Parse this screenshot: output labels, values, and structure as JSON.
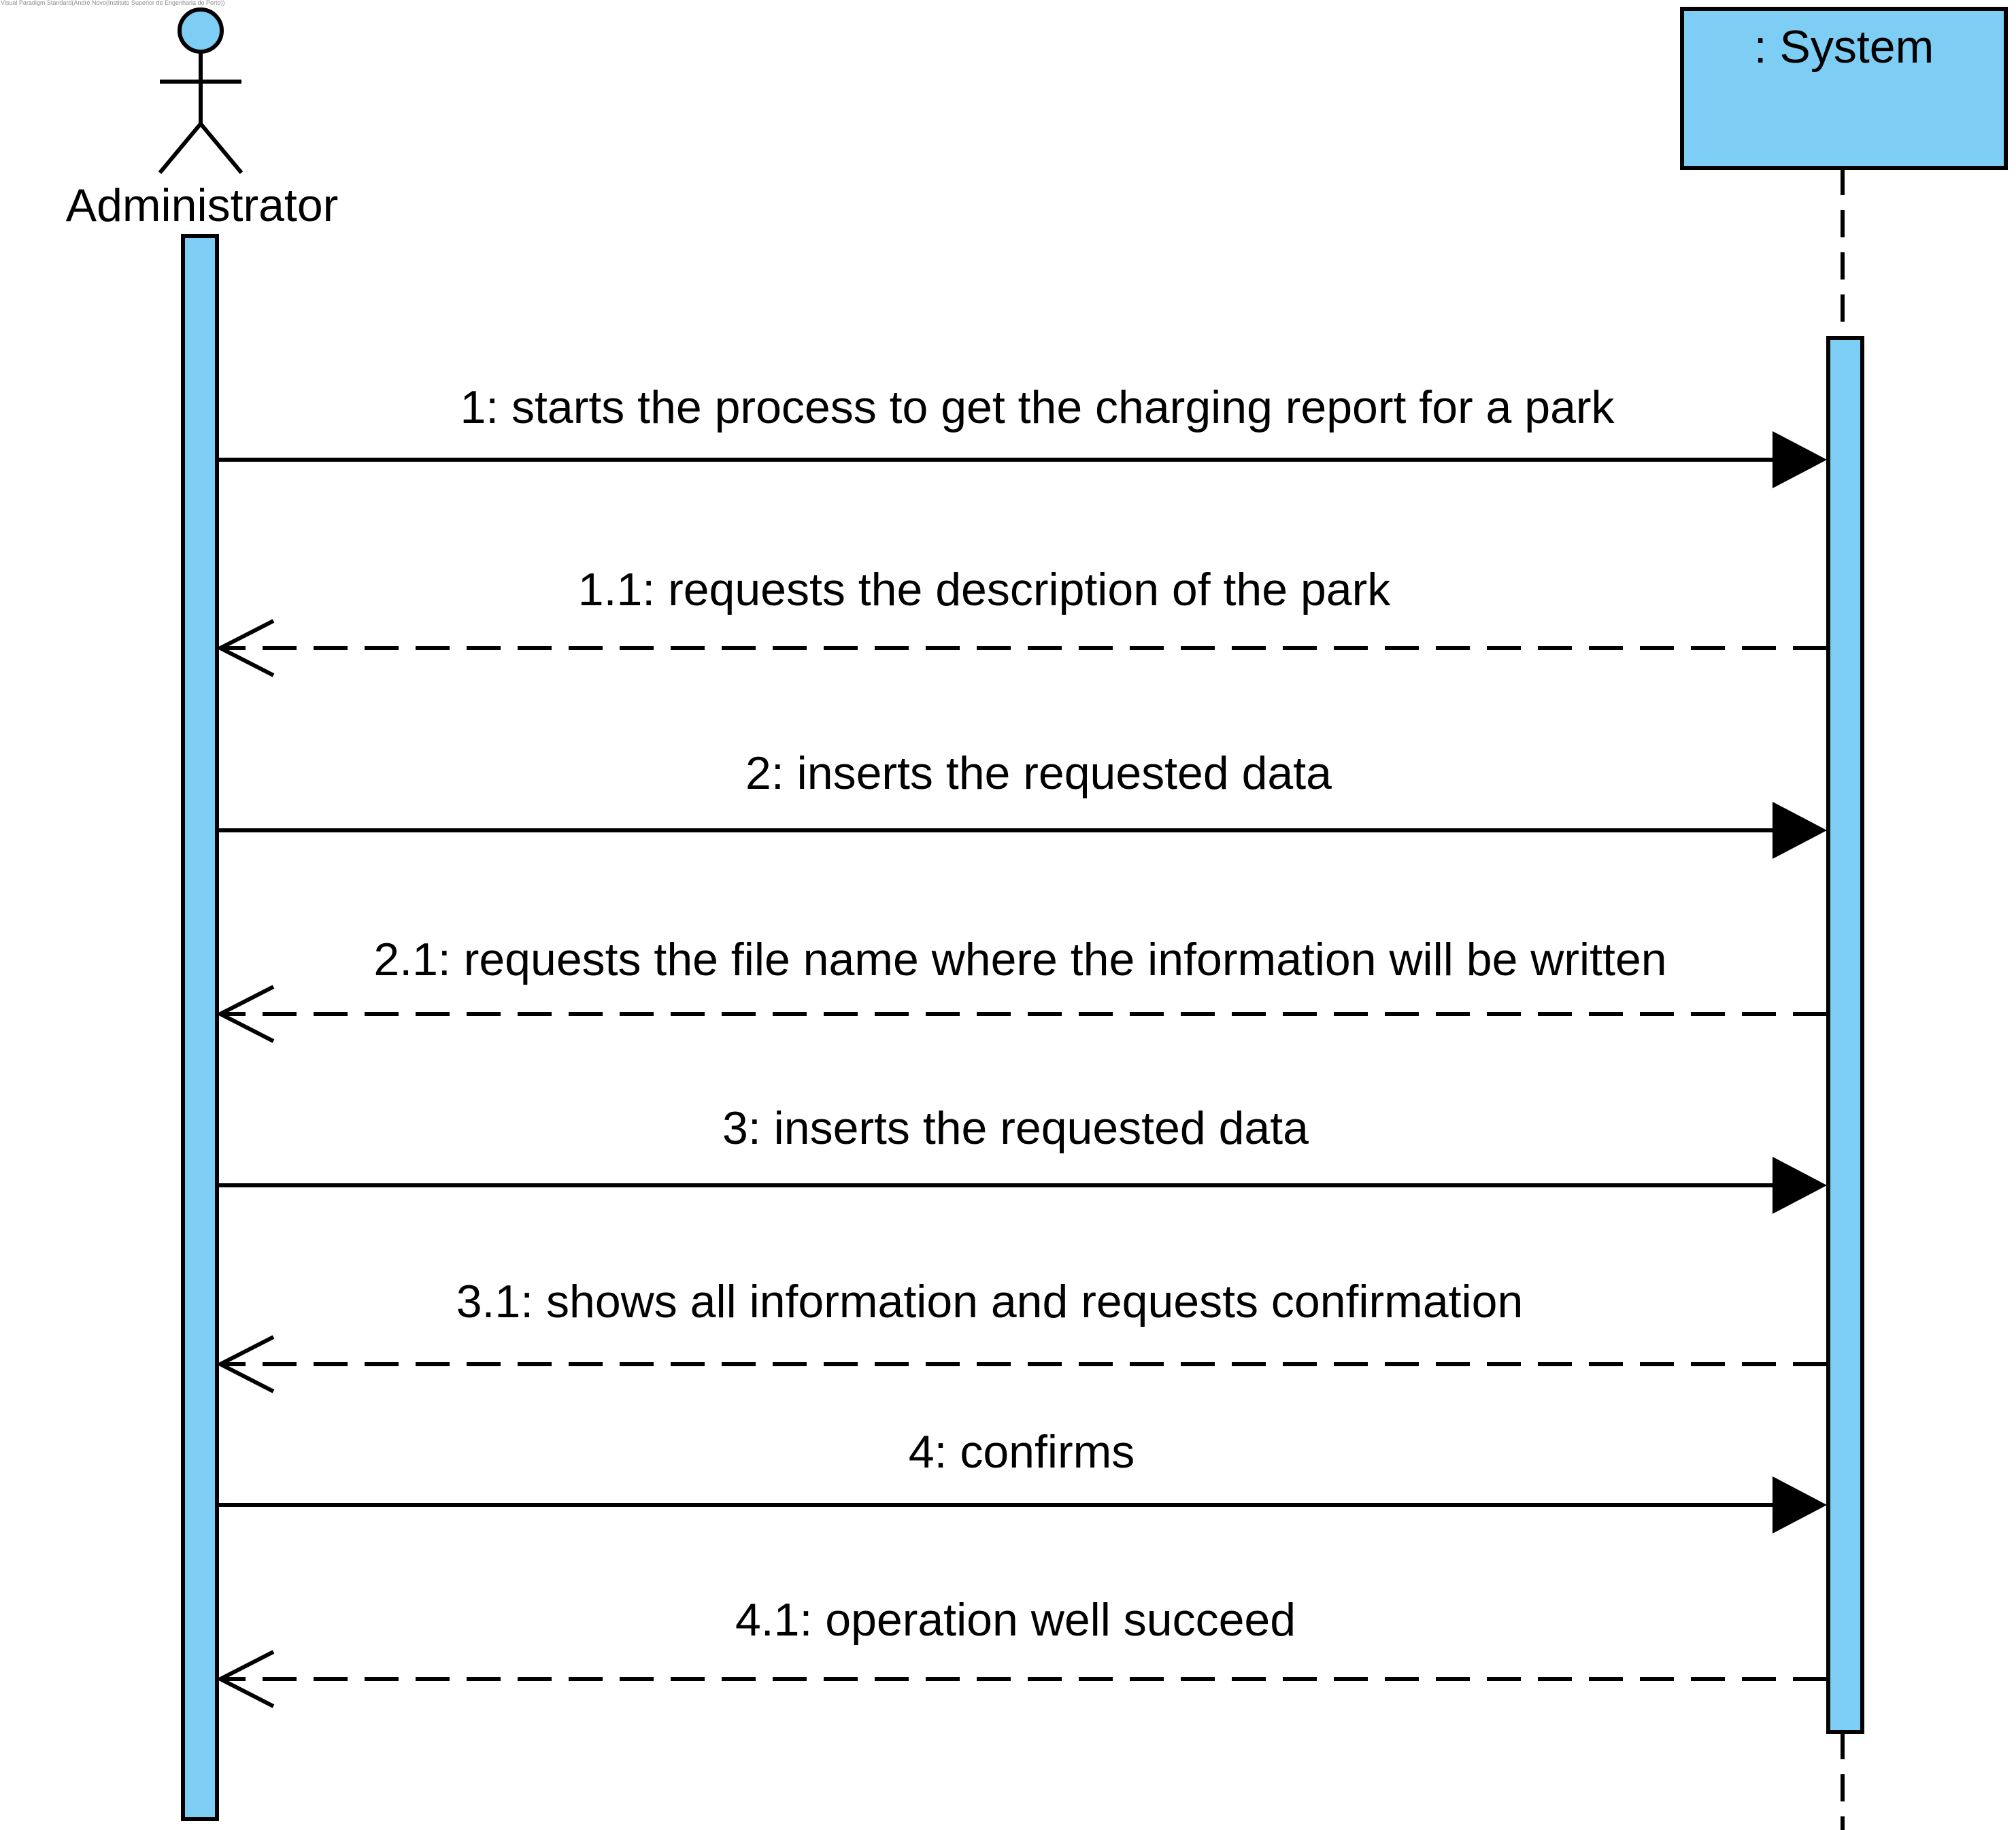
{
  "watermark": "Visual Paradigm Standard(André Novo(Instituto Superior de Engenharia do Porto))",
  "lifelines": {
    "actor": {
      "name": "Administrator",
      "kind": "actor"
    },
    "system": {
      "name": ": System",
      "kind": "object"
    }
  },
  "colors": {
    "fill": "#7ecdf4",
    "stroke": "#000000",
    "background": "#ffffff"
  },
  "messages": [
    {
      "label": "1: starts the process to get the charging report for a park",
      "type": "sync",
      "direction": "to-system"
    },
    {
      "label": "1.1: requests the description of the park",
      "type": "return",
      "direction": "to-actor"
    },
    {
      "label": "2: inserts the requested data",
      "type": "sync",
      "direction": "to-system"
    },
    {
      "label": "2.1: requests the file name where the information will be written",
      "type": "return",
      "direction": "to-actor"
    },
    {
      "label": "3: inserts the requested data",
      "type": "sync",
      "direction": "to-system"
    },
    {
      "label": "3.1: shows all information and requests confirmation",
      "type": "return",
      "direction": "to-actor"
    },
    {
      "label": "4: confirms",
      "type": "sync",
      "direction": "to-system"
    },
    {
      "label": "4.1: operation well succeed",
      "type": "return",
      "direction": "to-actor"
    }
  ]
}
